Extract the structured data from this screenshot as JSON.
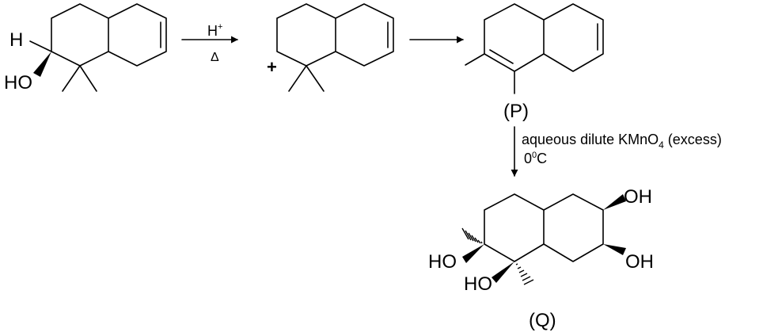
{
  "reaction_scheme": {
    "step1": {
      "reagent_top": "H",
      "reagent_top_sup": "+",
      "reagent_bottom": "Δ"
    },
    "starting_material": {
      "h_label": "H",
      "oh_label": "HO"
    },
    "carbocation": {
      "charge": "+"
    },
    "product_p": {
      "label": "(P)"
    },
    "step3": {
      "reagent_prefix": "aqueous dilute KMnO",
      "reagent_subscript": "4",
      "reagent_suffix": " (excess)",
      "temperature_prefix": "0",
      "temperature_sup": "0",
      "temperature_suffix": "C"
    },
    "product_q": {
      "label": "(Q)",
      "oh_top": "OH",
      "oh_right": "OH",
      "oh_left": "HO",
      "oh_bottom": "HO"
    }
  }
}
